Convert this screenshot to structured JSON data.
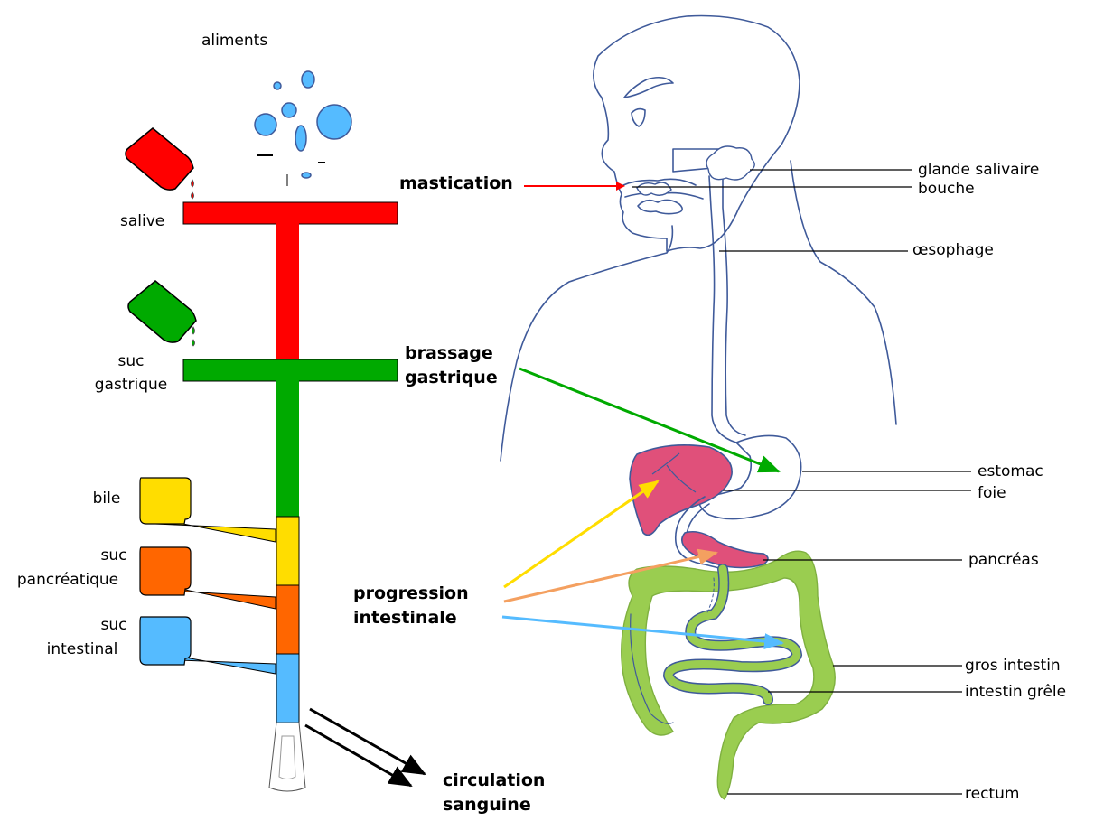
{
  "digestive_steps": {
    "food": "aliments",
    "saliva": "salive",
    "gastric_juice_1": "suc",
    "gastric_juice_2": "gastrique",
    "bile": "bile",
    "pancreatic_juice_1": "suc",
    "pancreatic_juice_2": "pancréatique",
    "intestinal_juice_1": "suc",
    "intestinal_juice_2": "intestinal"
  },
  "processes": {
    "mastication": "mastication",
    "brassage_1": "brassage",
    "brassage_2": "gastrique",
    "progression_1": "progression",
    "progression_2": "intestinale",
    "circulation_1": "circulation",
    "circulation_2": "sanguine"
  },
  "organs": {
    "salivary_gland": "glande salivaire",
    "mouth": "bouche",
    "esophagus": "œsophage",
    "stomach": "estomac",
    "liver": "foie",
    "pancreas": "pancréas",
    "large_intestine": "gros intestin",
    "small_intestine": "intestin grêle",
    "rectum": "rectum"
  },
  "colors": {
    "saliva": "#ff0000",
    "gastric": "#00aa00",
    "bile": "#ffdd00",
    "pancreatic": "#ff6600",
    "intestinal": "#55bbff",
    "food": "#55bbff",
    "liver": "#e0507a",
    "intestine": "#9acd50",
    "outline": "#3f5a9a"
  }
}
